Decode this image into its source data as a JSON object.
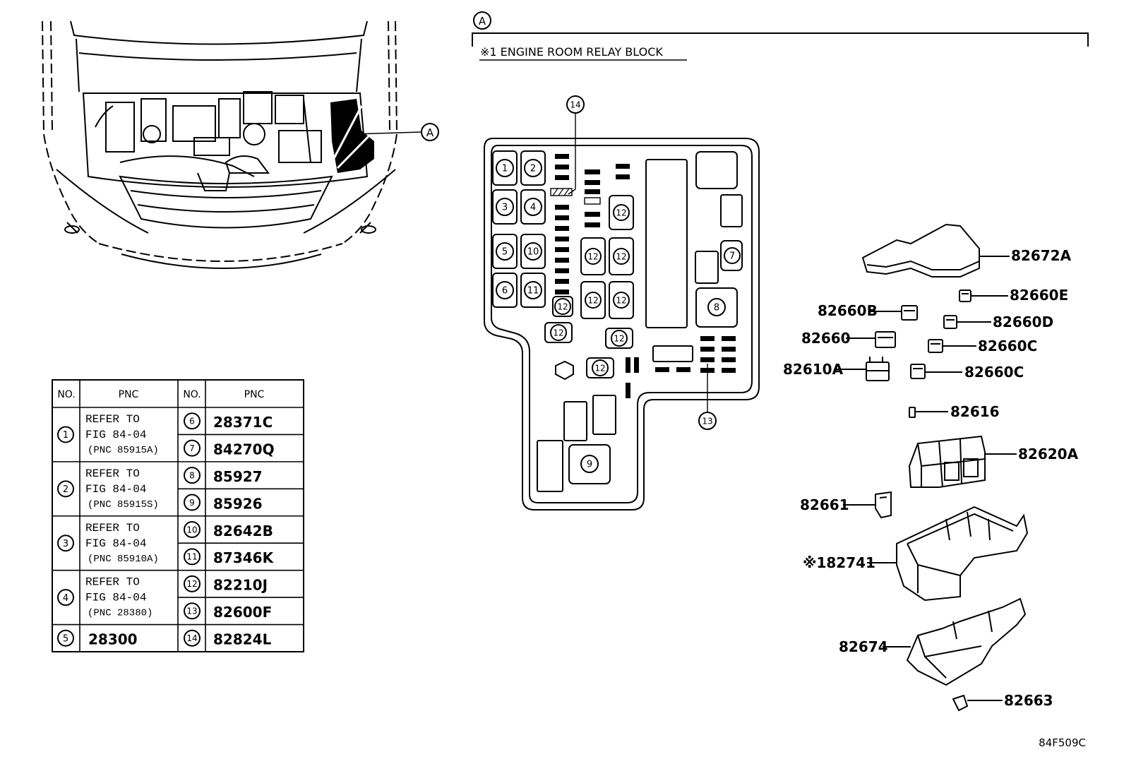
{
  "header": {
    "section_marker": "A",
    "title": "※1 ENGINE ROOM RELAY BLOCK"
  },
  "figure_id": "84F509C",
  "car_view": {
    "callout": "A"
  },
  "relay_block": {
    "callout_numbers": [
      "1",
      "2",
      "3",
      "4",
      "5",
      "6",
      "7",
      "8",
      "9",
      "10",
      "11",
      "12",
      "13",
      "14"
    ]
  },
  "part_labels": [
    {
      "id": "82672A",
      "text": "82672A"
    },
    {
      "id": "82660E",
      "text": "82660E"
    },
    {
      "id": "82660B",
      "text": "82660B"
    },
    {
      "id": "82660D",
      "text": "82660D"
    },
    {
      "id": "82660",
      "text": "82660"
    },
    {
      "id": "82660C_1",
      "text": "82660C"
    },
    {
      "id": "82610A",
      "text": "82610A"
    },
    {
      "id": "82660C_2",
      "text": "82660C"
    },
    {
      "id": "82616",
      "text": "82616"
    },
    {
      "id": "82620A",
      "text": "82620A"
    },
    {
      "id": "82661",
      "text": "82661"
    },
    {
      "id": "82741",
      "text": "※182741"
    },
    {
      "id": "82674",
      "text": "82674"
    },
    {
      "id": "82663",
      "text": "82663"
    }
  ],
  "table": {
    "headers": [
      "NO.",
      "PNC",
      "NO.",
      "PNC"
    ],
    "left_rows": [
      {
        "no": "1",
        "line1": "REFER TO",
        "line2": "FIG 84-04",
        "line3": "(PNC 85915A)"
      },
      {
        "no": "2",
        "line1": "REFER TO",
        "line2": "FIG 84-04",
        "line3": "(PNC 85915S)"
      },
      {
        "no": "3",
        "line1": "REFER TO",
        "line2": "FIG 84-04",
        "line3": "(PNC 85910A)"
      },
      {
        "no": "4",
        "line1": "REFER TO",
        "line2": "FIG 84-04",
        "line3": "(PNC 28380)"
      },
      {
        "no": "5",
        "pnc": "28300"
      }
    ],
    "right_rows": [
      {
        "no": "6",
        "pnc": "28371C"
      },
      {
        "no": "7",
        "pnc": "84270Q"
      },
      {
        "no": "8",
        "pnc": "85927"
      },
      {
        "no": "9",
        "pnc": "85926"
      },
      {
        "no": "10",
        "pnc": "82642B"
      },
      {
        "no": "11",
        "pnc": "87346K"
      },
      {
        "no": "12",
        "pnc": "82210J"
      },
      {
        "no": "13",
        "pnc": "82600F"
      },
      {
        "no": "14",
        "pnc": "82824L"
      }
    ]
  }
}
